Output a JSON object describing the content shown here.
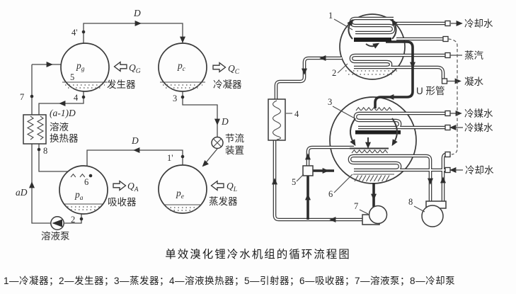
{
  "caption": "单效溴化锂冷水机组的循环流程图",
  "legend": "1—冷凝器；2—发生器；3—蒸发器；4—溶液换热器；5—引射器；6—吸收器；7—溶液泵；8—冷却泵",
  "left": {
    "d_top": "D",
    "d_right": "D",
    "d_bottom": "D",
    "a1d": "(a-1)D",
    "ad": "aD",
    "n4p": "4'",
    "n7": "7",
    "n5": "5",
    "n4": "4",
    "n8": "8",
    "n2": "2",
    "n6": "6",
    "n3": "3",
    "n1p": "1'",
    "pg": {
      "m": "p",
      "s": "g"
    },
    "pc": {
      "m": "p",
      "s": "c"
    },
    "pa": {
      "m": "p",
      "s": "a"
    },
    "pe": {
      "m": "p",
      "s": "e"
    },
    "qg": {
      "m": "Q",
      "s": "G"
    },
    "qc": {
      "m": "Q",
      "s": "C"
    },
    "qa": {
      "m": "Q",
      "s": "A"
    },
    "ql": {
      "m": "Q",
      "s": "L"
    },
    "generator": "发生器",
    "condenser": "冷凝器",
    "absorber": "吸收器",
    "evaporator": "蒸发器",
    "hx1": "溶液",
    "hx2": "换热器",
    "th1": "节流",
    "th2": "装置",
    "pump": "溶液泵"
  },
  "right": {
    "n1": "1",
    "n2": "2",
    "n3": "3",
    "n4": "4",
    "n5": "5",
    "n6": "6",
    "n7": "7",
    "n8": "8",
    "cooling_out": "冷却水",
    "steam": "蒸汽",
    "condensate": "凝水",
    "u_tube": "U 形管",
    "chilled_out": "冷媒水",
    "chilled_in": "冷媒水",
    "cooling_in": "冷却水"
  }
}
